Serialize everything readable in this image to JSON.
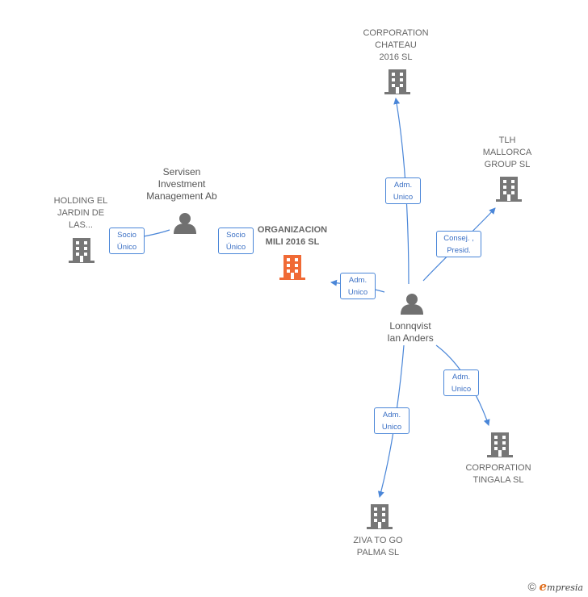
{
  "nodes": {
    "chateau": {
      "lines": [
        "CORPORATION",
        "CHATEAU",
        "2016  SL"
      ]
    },
    "tlh": {
      "lines": [
        "TLH",
        "MALLORCA",
        "GROUP  SL"
      ]
    },
    "servisen": {
      "lines": [
        "Servisen",
        "Investment",
        "Management Ab"
      ]
    },
    "holding": {
      "lines": [
        "HOLDING EL",
        "JARDIN DE",
        "LAS..."
      ]
    },
    "organizacion": {
      "lines": [
        "ORGANIZACION",
        "MILI 2016  SL"
      ]
    },
    "lonnqvist": {
      "lines": [
        "Lonnqvist",
        "Ian Anders"
      ]
    },
    "tingala": {
      "lines": [
        "CORPORATION",
        "TINGALA  SL"
      ]
    },
    "ziva": {
      "lines": [
        "ZIVA TO GO",
        "PALMA  SL"
      ]
    }
  },
  "edges": {
    "socio1": {
      "lines": [
        "Socio",
        "Único"
      ]
    },
    "socio2": {
      "lines": [
        "Socio",
        "Único"
      ]
    },
    "adm_org": {
      "lines": [
        "Adm.",
        "Unico"
      ]
    },
    "adm_chateau": {
      "lines": [
        "Adm.",
        "Unico"
      ]
    },
    "consej": {
      "lines": [
        "Consej. ,",
        "Presid."
      ]
    },
    "adm_tingala": {
      "lines": [
        "Adm.",
        "Unico"
      ]
    },
    "adm_ziva": {
      "lines": [
        "Adm.",
        "Unico"
      ]
    }
  },
  "colors": {
    "edge": "#4a86d8",
    "building": "#777777",
    "building_highlight": "#f06a35",
    "person": "#707070"
  },
  "footer": {
    "copyright_symbol": "©",
    "brand_initial": "e",
    "brand_rest": "mpresia"
  }
}
